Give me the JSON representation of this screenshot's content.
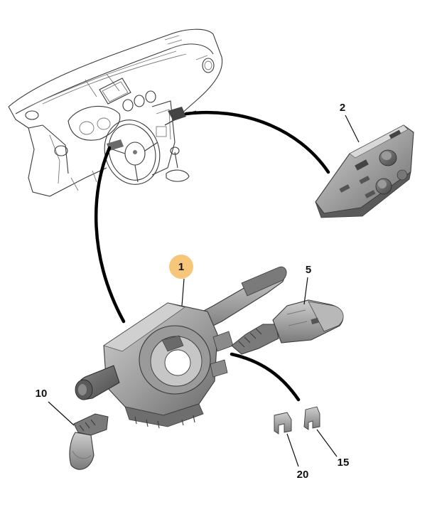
{
  "callouts": {
    "c1": "1",
    "c2": "2",
    "c5": "5",
    "c10": "10",
    "c15": "15",
    "c20": "20"
  },
  "colors": {
    "highlight": "#f6c77a",
    "part_fill": "#9c9c9c",
    "part_dark": "#5d5d5d",
    "part_light": "#c9c9c9",
    "outline": "#3a3a3a"
  }
}
